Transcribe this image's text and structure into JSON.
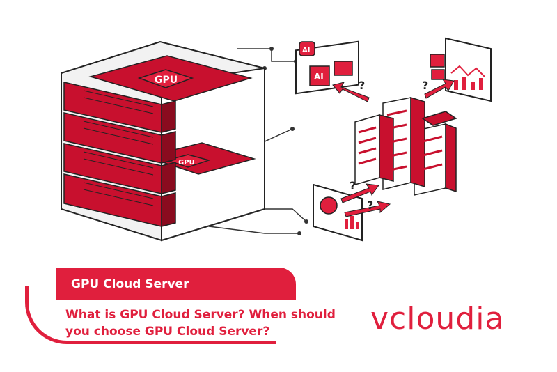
{
  "illustration": {
    "chip_label_top": "GPU",
    "chip_label_bottom": "GPU",
    "panel_ai_badge": "AI",
    "panel_ai_core": "AI",
    "question_mark": "?"
  },
  "colors": {
    "brand": "#e01f3d",
    "dark": "#222222"
  },
  "banner": {
    "tag": "GPU Cloud Server",
    "headline_line1": "What is GPU Cloud Server? When should",
    "headline_line2": "you choose GPU Cloud Server?"
  },
  "brand": {
    "logo_text": "vcloudia"
  }
}
